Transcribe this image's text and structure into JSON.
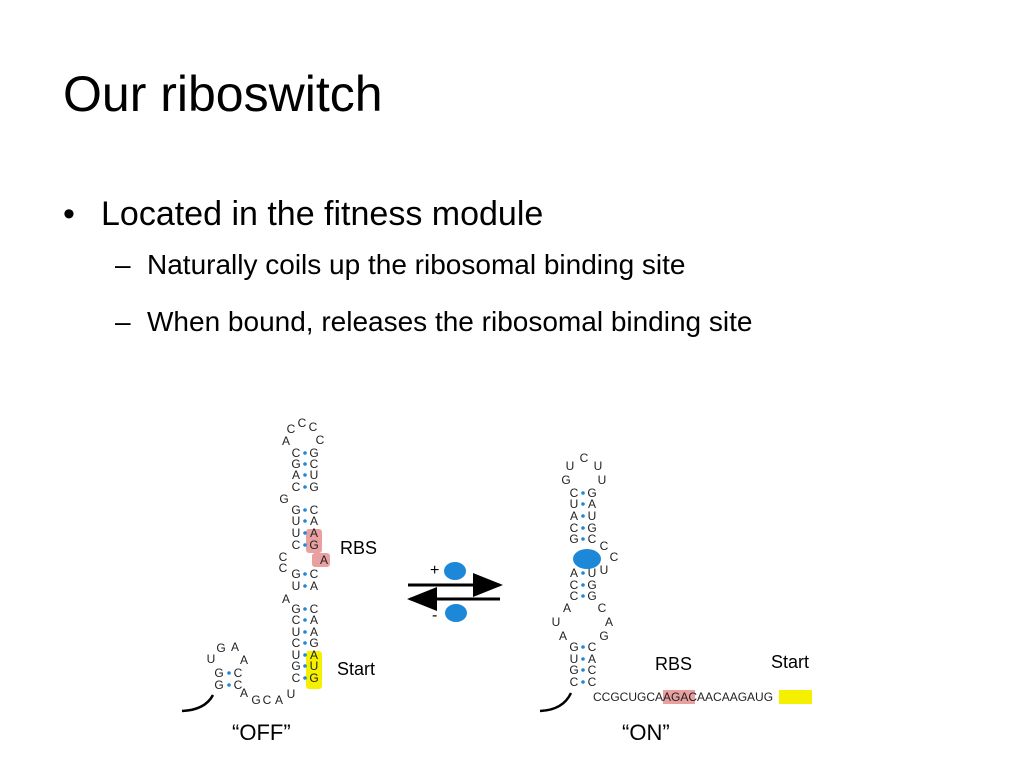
{
  "slide": {
    "title": "Our riboswitch",
    "bullets": [
      {
        "marker": "•",
        "text": "Located in the fitness module",
        "sub": [
          {
            "marker": "–",
            "text": "Naturally coils up the ribosomal binding site"
          },
          {
            "marker": "–",
            "text": "When bound, releases the ribosomal binding site"
          }
        ]
      }
    ]
  },
  "diagram": {
    "off": {
      "label": "“OFF”",
      "rbs_label": "RBS",
      "start_label": "Start",
      "loop_top": [
        "A",
        "C",
        "C",
        "C",
        "C"
      ],
      "stem_pairs": [
        [
          "C",
          "G"
        ],
        [
          "G",
          "C"
        ],
        [
          "A",
          "U"
        ],
        [
          "C",
          "G"
        ],
        [
          "G",
          "C"
        ],
        [
          "U",
          "A"
        ],
        [
          "U",
          "A"
        ],
        [
          "C",
          "G"
        ],
        [
          "G",
          "C"
        ],
        [
          "U",
          "A"
        ],
        [
          "G",
          "C"
        ],
        [
          "C",
          "A"
        ],
        [
          "U",
          "A"
        ],
        [
          "C",
          "G"
        ],
        [
          "U",
          "A"
        ],
        [
          "G",
          "U"
        ],
        [
          "C",
          "G"
        ]
      ],
      "bulges": [
        "G",
        "C",
        "C",
        "A"
      ],
      "rbs_highlight": [
        "A",
        "G",
        "A"
      ],
      "start_highlight": [
        "A",
        "U",
        "G"
      ],
      "hairpin_small": {
        "loop": [
          "G",
          "A",
          "U",
          "A"
        ],
        "pairs": [
          [
            "G",
            "C"
          ],
          [
            "G",
            "C"
          ]
        ],
        "linker": [
          "A",
          "G",
          "C",
          "A",
          "U"
        ]
      }
    },
    "on": {
      "label": "“ON”",
      "rbs_label": "RBS",
      "start_label": "Start",
      "loop_top": [
        "U",
        "C",
        "U",
        "G",
        "U"
      ],
      "stem_pairs": [
        [
          "C",
          "G"
        ],
        [
          "U",
          "A"
        ],
        [
          "A",
          "U"
        ],
        [
          "C",
          "G"
        ],
        [
          "G",
          "C"
        ],
        [
          "A",
          "U"
        ],
        [
          "C",
          "G"
        ],
        [
          "C",
          "G"
        ],
        [
          "G",
          "C"
        ],
        [
          "U",
          "A"
        ],
        [
          "G",
          "C"
        ],
        [
          "C",
          "C"
        ]
      ],
      "bulges_right": [
        "C",
        "C",
        "U",
        "C",
        "A",
        "G"
      ],
      "bulges_left": [
        "A",
        "U",
        "A"
      ],
      "sequence_parts": [
        "CCGCUGC",
        "AAG",
        "ACAACAAG",
        "AUG"
      ]
    },
    "equilibrium": {
      "plus": "+",
      "minus": "-"
    },
    "colors": {
      "rbs": "#e8a0a0",
      "start": "#f5f000",
      "ligand": "#1e88d8",
      "pair_dot": "#1e88d8"
    }
  }
}
